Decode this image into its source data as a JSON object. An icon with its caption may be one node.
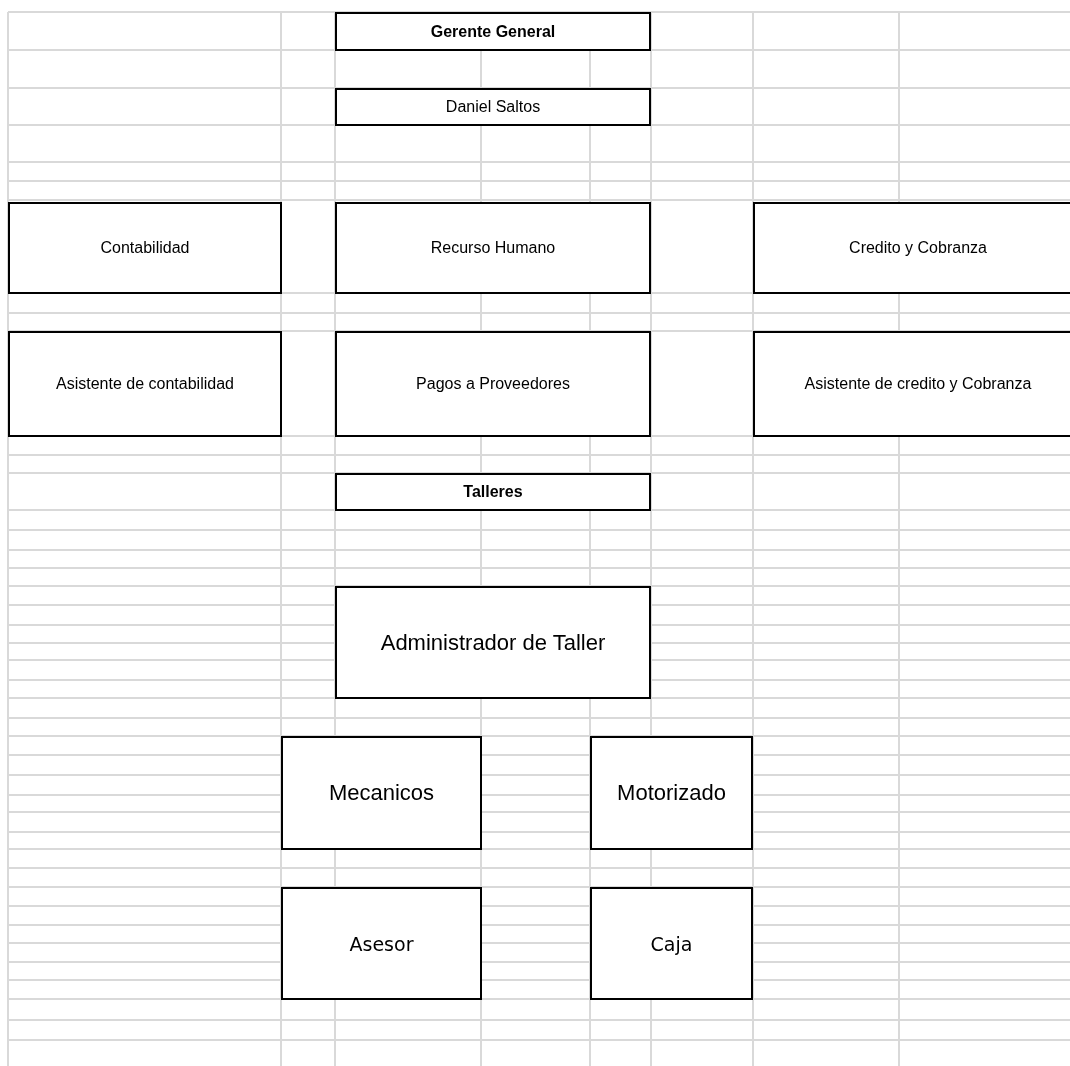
{
  "diagram": {
    "nodes": [
      {
        "text": [
          "Gerente General"
        ]
      },
      {
        "text": [
          "Daniel Saltos"
        ]
      },
      {
        "text": [
          "Contabilidad"
        ]
      },
      {
        "text": [
          "Recurso Humano"
        ]
      },
      {
        "text": [
          "Credito y Cobranza"
        ]
      },
      {
        "text": [
          "Asistente de contabilidad"
        ]
      },
      {
        "text": [
          "Pagos a Proveedores"
        ]
      },
      {
        "text": [
          "Asistente de credito y Cobranza"
        ]
      },
      {
        "text": [
          "Talleres"
        ]
      },
      {
        "text": [
          "Administrador de Taller"
        ]
      },
      {
        "text": [
          "Mecanicos"
        ]
      },
      {
        "text": [
          "Motorizado"
        ]
      },
      {
        "text": [
          "Asesor"
        ]
      },
      {
        "text": [
          "Caja"
        ]
      }
    ]
  }
}
